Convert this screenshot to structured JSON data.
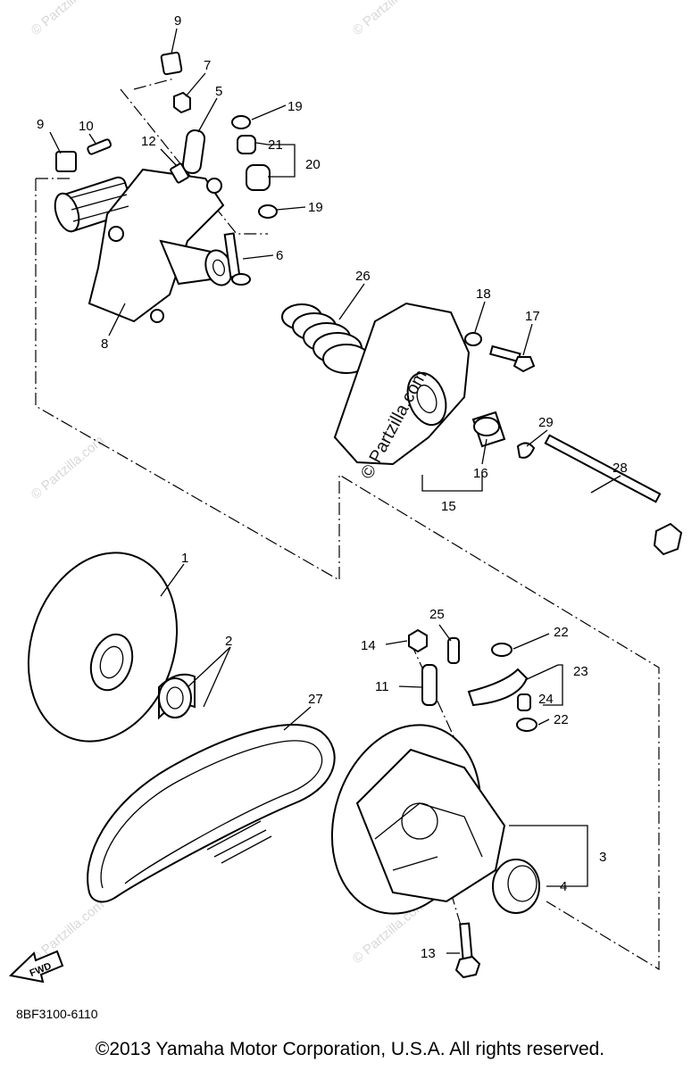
{
  "diagram": {
    "watermark": "© Partzilla.com",
    "fwd_label": "FWD",
    "part_code": "8BF3100-6110",
    "copyright": "©2013 Yamaha Motor Corporation, U.S.A. All rights reserved.",
    "callouts": {
      "c1": "1",
      "c2": "2",
      "c3": "3",
      "c4": "4",
      "c5": "5",
      "c6": "6",
      "c7": "7",
      "c8": "8",
      "c9a": "9",
      "c9b": "9",
      "c10": "10",
      "c11": "11",
      "c12": "12",
      "c13": "13",
      "c14": "14",
      "c15": "15",
      "c16": "16",
      "c17": "17",
      "c18": "18",
      "c19a": "19",
      "c19b": "19",
      "c20": "20",
      "c21": "21",
      "c22a": "22",
      "c22b": "22",
      "c23": "23",
      "c24": "24",
      "c25": "25",
      "c26": "26",
      "c27": "27",
      "c28": "28",
      "c29": "29"
    }
  }
}
